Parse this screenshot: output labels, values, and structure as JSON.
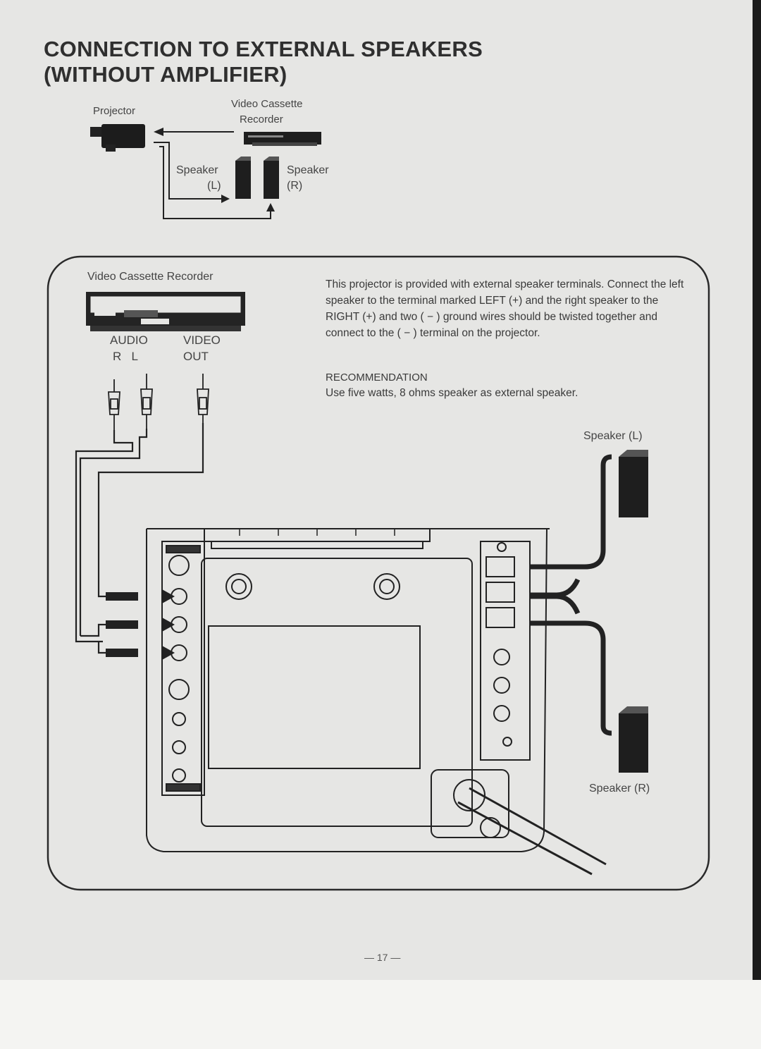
{
  "title": {
    "line1": "CONNECTION TO EXTERNAL SPEAKERS",
    "line2": "(WITHOUT AMPLIFIER)"
  },
  "top_diagram": {
    "projector": "Projector",
    "vcr_line1": "Video Cassette",
    "vcr_line2": "Recorder",
    "speaker_left": "Speaker",
    "speaker_left_side": "(L)",
    "speaker_right": "Speaker",
    "speaker_right_side": "(R)"
  },
  "main_diagram": {
    "vcr_label": "Video Cassette Recorder",
    "audio": "AUDIO",
    "audio_channels": "R   L",
    "video": "VIDEO",
    "out": "OUT",
    "speaker_l": "Speaker (L)",
    "speaker_r": "Speaker (R)"
  },
  "description": "This projector is provided with external speaker terminals. Connect the left speaker to the terminal marked LEFT (+) and the right speaker to the RIGHT (+) and two ( − ) ground wires should be twisted together and connect to the ( − ) terminal on the projector.",
  "recommendation": {
    "heading": "RECOMMENDATION",
    "text": "Use five watts, 8 ohms speaker as external speaker."
  },
  "page_number": "— 17 —"
}
